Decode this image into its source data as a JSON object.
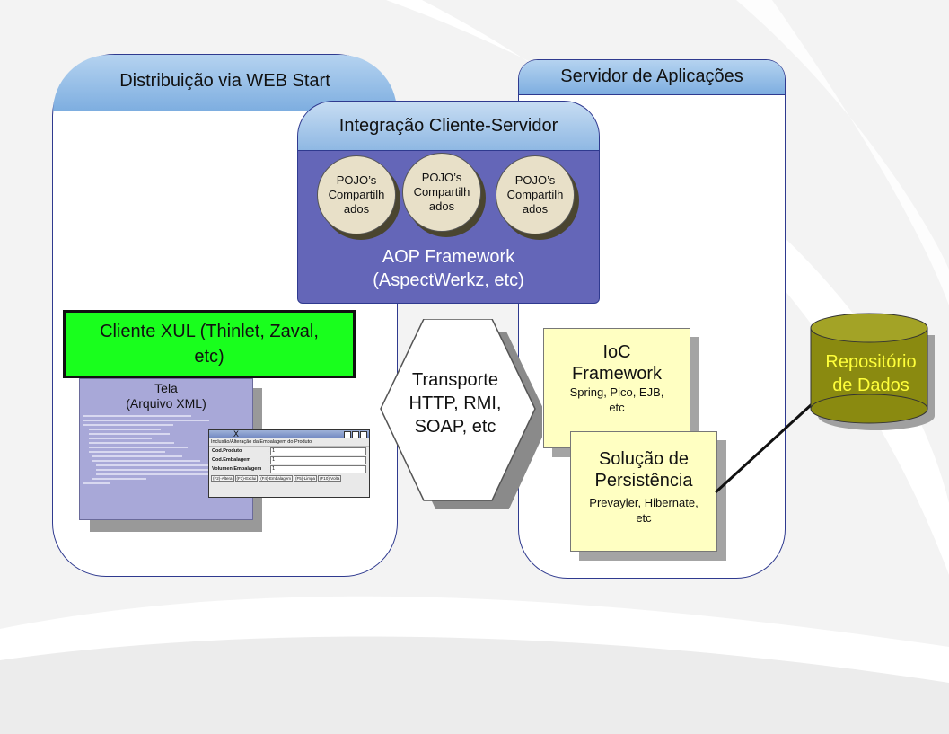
{
  "panels": {
    "web_start": "Distribuição via WEB Start",
    "server": "Servidor de Aplicações",
    "integration": "Integração Cliente-Servidor"
  },
  "pojos": [
    {
      "line1": "POJO’s",
      "line2": "Compartilh",
      "line3": "ados"
    },
    {
      "line1": "POJO’s",
      "line2": "Compartilh",
      "line3": "ados"
    },
    {
      "line1": "POJO’s",
      "line2": "Compartilh",
      "line3": "ados"
    }
  ],
  "aop": {
    "line1": "AOP Framework",
    "line2": "(AspectWerkz, etc)"
  },
  "client": {
    "line1": "Cliente XUL (Thinlet, Zaval,",
    "line2": "etc)"
  },
  "tela": {
    "title1": "Tela",
    "title2": "(Arquivo XML)",
    "window": {
      "title": "Inclusão/Alteração da Embalagem do Produto",
      "fields": [
        {
          "label": "Cod.Produto",
          "value": "1"
        },
        {
          "label": "Cod.Embalagem",
          "value": "1"
        },
        {
          "label": "Volumen Embalagem",
          "value": "1"
        }
      ],
      "buttons": [
        "(F2)-Altera",
        "(F3)-Exclui",
        "(F4)-Embalagem",
        "(F5)-Limpa",
        "(F10)-Volta"
      ]
    }
  },
  "transport": {
    "line1": "Transporte",
    "line2": "HTTP, RMI,",
    "line3": "SOAP, etc"
  },
  "ioc": {
    "title1": "IoC",
    "title2": "Framework",
    "sub1": "Spring, Pico, EJB,",
    "sub2": "etc"
  },
  "persistence": {
    "title1": "Solução de",
    "title2": "Persistência",
    "sub1": "Prevayler, Hibernate,",
    "sub2": "etc"
  },
  "database": {
    "line1": "Repositório",
    "line2": "de Dados"
  },
  "colors": {
    "integration_body": "#6466b8",
    "client_box": "#19ff1d",
    "note": "#ffffc2",
    "db": "#8a8a10",
    "db_text": "#ffff3a"
  }
}
